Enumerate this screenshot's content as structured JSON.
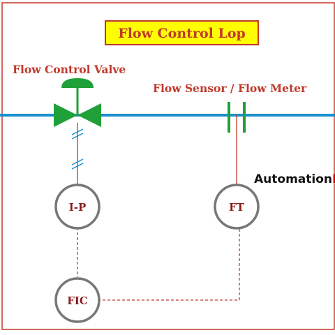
{
  "title": "Flow Control Lop",
  "labels": {
    "valve": "Flow Control Valve",
    "sensor": "Flow Sensor / Flow Meter"
  },
  "instruments": {
    "ip": "I-P",
    "ft": "FT",
    "fic": "FIC"
  },
  "watermark": {
    "part1": "Automation",
    "part2": "Fo"
  },
  "colors": {
    "border": "#c0392b",
    "title_bg": "#ffff00",
    "title_text": "#c0392b",
    "pipe": "#1a8fd1",
    "valve": "#1fa038",
    "signal_line": "#c0392b",
    "circle_stroke": "#777777",
    "instrument_text": "#8b1a1a",
    "watermark_black": "#111111",
    "watermark_red": "#e00000"
  }
}
